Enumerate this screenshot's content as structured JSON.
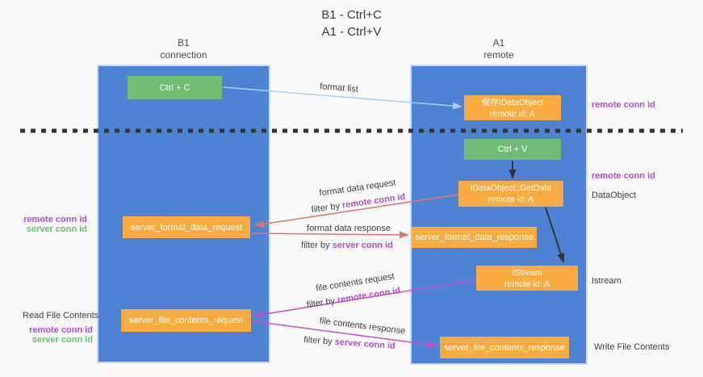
{
  "title": {
    "line1": "B1 - Ctrl+C",
    "line2": "A1 - Ctrl+V"
  },
  "columns": {
    "left": {
      "title": "B1",
      "subtitle": "connection"
    },
    "right": {
      "title": "A1",
      "subtitle": "remote"
    }
  },
  "nodes": {
    "ctrl_c": {
      "label": "Ctrl + C"
    },
    "saved_idataobject": {
      "line1": "保存IDataObject",
      "line2": "remote id: A"
    },
    "ctrl_v": {
      "label": "Ctrl + V"
    },
    "getdata": {
      "line1": "IDataObject::GetData",
      "line2": "remote id: A"
    },
    "server_format_data_request": {
      "label": "server_format_data_request"
    },
    "server_format_data_response": {
      "label": "server_format_data_response"
    },
    "istream": {
      "line1": "IStream",
      "line2": "remote id: A"
    },
    "server_file_contents_request": {
      "label": "server_file_contents_request"
    },
    "server_file_contents_response": {
      "label": "server_file_contents_response"
    }
  },
  "arrows": {
    "format_list": {
      "label": "format list"
    },
    "format_data_request": {
      "label": "format data request",
      "filter_prefix": "filter by ",
      "filter_key": "remote conn id"
    },
    "format_data_response": {
      "label": "format data response",
      "filter_prefix": "filter by ",
      "filter_key": "server conn id"
    },
    "file_contents_request": {
      "label": "file contents request",
      "filter_prefix": "filter by ",
      "filter_key": "remote conn id"
    },
    "file_contents_response": {
      "label": "file contents response",
      "filter_prefix": "filter by ",
      "filter_key": "server conn id"
    }
  },
  "side_labels": {
    "right_remote_conn_id_top": "remote conn id",
    "right_remote_conn_id_mid": "remote conn id",
    "dataobject": "DataObject",
    "istream": "Istream",
    "write_file_contents": "Write File Contents",
    "read_file_contents": "Read File Contents",
    "left_top": {
      "remote": "remote conn id",
      "server": "server conn id"
    },
    "left_bottom": {
      "remote": "remote conn id",
      "server": "server conn id"
    }
  },
  "colors": {
    "column_blue": "#4e83d4",
    "node_green": "#6fbc74",
    "node_orange": "#f8ab41",
    "arrow_red": "#e4726e",
    "arrow_magenta": "#c44fc4",
    "arrow_light_blue": "#a5d3f3",
    "arrow_black": "#333333",
    "text_purple": "#ab4fd0",
    "text_green": "#6cc06c"
  }
}
